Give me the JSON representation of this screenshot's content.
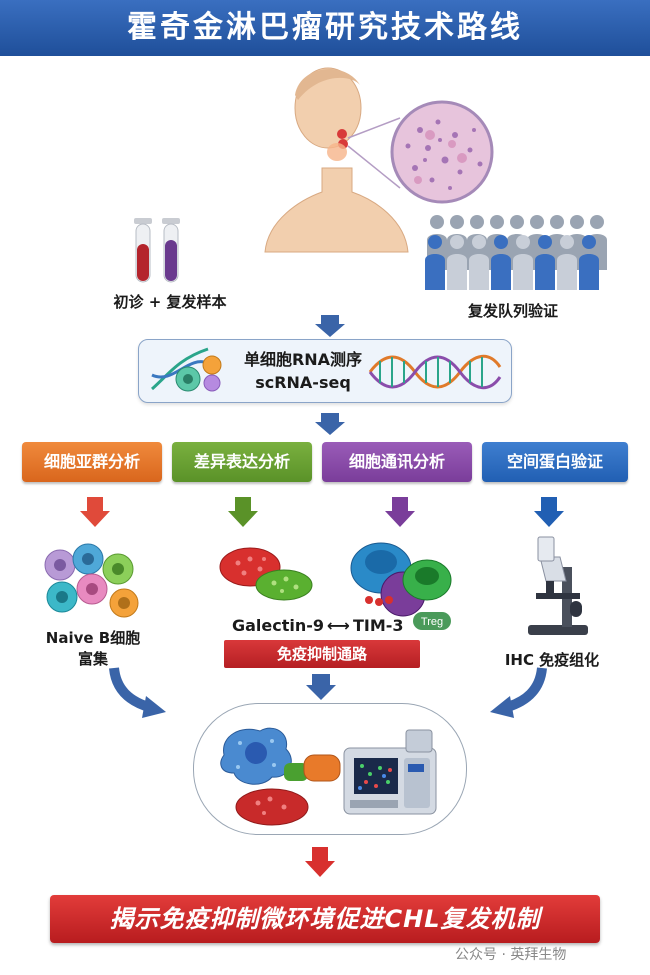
{
  "header": {
    "title": "霍奇金淋巴瘤研究技术路线"
  },
  "samples": {
    "primary_relapse_label": "初诊 + 复发样本",
    "cohort_label": "复发队列验证"
  },
  "sequencing": {
    "title_cn": "单细胞RNA测序",
    "title_en": "scRNA-seq"
  },
  "methods": [
    {
      "label": "细胞亚群分析",
      "color": "#e8782e"
    },
    {
      "label": "差异表达分析",
      "color": "#6aa336"
    },
    {
      "label": "细胞通讯分析",
      "color": "#8a4dab"
    },
    {
      "label": "空间蛋白验证",
      "color": "#2f6fc4"
    }
  ],
  "results": {
    "naive_b_line1": "Naive B细胞",
    "naive_b_line2": "富集",
    "galectin": "Galectin-9",
    "interaction_arrow": "⟷",
    "tim3": "TIM-3",
    "treg": "Treg",
    "suppression": "免疫抑制通路",
    "ihc": "IHC 免疫组化"
  },
  "conclusion": {
    "text": "揭示免疫抑制微环境促进CHL复发机制"
  },
  "watermark": {
    "text": "公众号 · 英拜生物"
  },
  "colors": {
    "header": "#2a5cab",
    "footer": "#d12f2f",
    "arrow_blue": "#3a64a8"
  }
}
